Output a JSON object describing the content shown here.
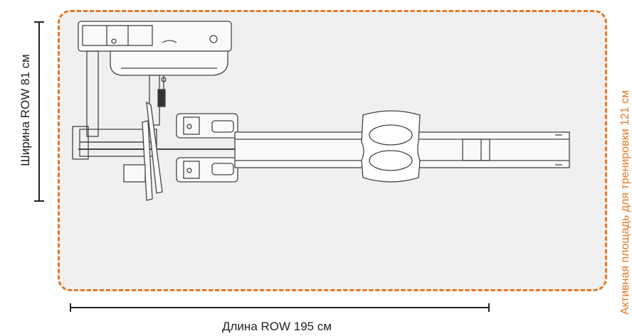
{
  "dimensions": {
    "width_label": "Ширина ROW 81 см",
    "length_label": "Длина ROW 195 см",
    "active_area_label": "Активная площадь для тренировки 121 см"
  },
  "colors": {
    "active_area_border": "#e87722",
    "active_area_fill": "#f0f0f0",
    "dimension_lines": "#222222",
    "machine_stroke": "#444444"
  }
}
